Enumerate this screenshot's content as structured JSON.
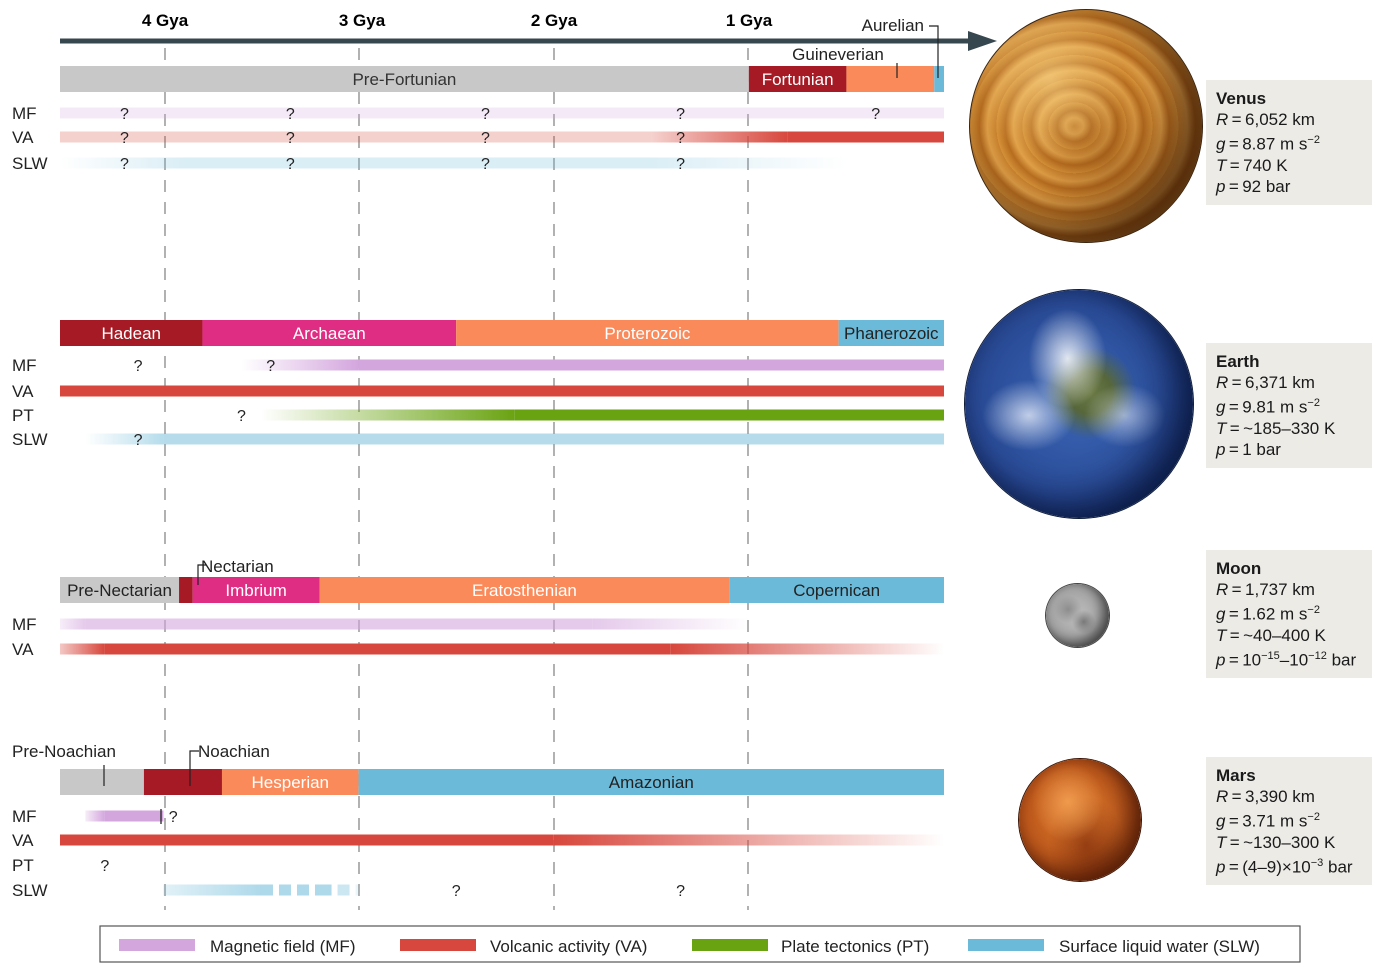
{
  "colors": {
    "MF": "#d4a6de",
    "VA": "#d7473d",
    "PT": "#6aa312",
    "SLW": "#6cbad9",
    "grey": "#c8c8c8",
    "darkRed": "#a51a24",
    "orange": "#fa8a5a",
    "magenta": "#e02d84",
    "blue": "#6cbad9",
    "arrow": "#37474f"
  },
  "axis": {
    "ticks": [
      {
        "label": "4 Gya",
        "value": 4
      },
      {
        "label": "3 Gya",
        "value": 3
      },
      {
        "label": "2 Gya",
        "value": 2
      },
      {
        "label": "1 Gya",
        "value": 1
      }
    ],
    "range_gya": [
      4.53,
      0
    ]
  },
  "panels": [
    {
      "id": "venus",
      "eras": [
        {
          "label": "Pre-Fortunian",
          "from": 4.53,
          "to": 1.0,
          "color": "grey",
          "text": "#333"
        },
        {
          "label": "Fortunian",
          "from": 1.0,
          "to": 0.5,
          "color": "darkRed",
          "text": "#fff"
        },
        {
          "label": "",
          "from": 0.5,
          "to": 0.05,
          "color": "orange",
          "text": "#fff"
        },
        {
          "label": "",
          "from": 0.05,
          "to": 0.0,
          "color": "blue",
          "text": "#fff"
        }
      ],
      "callouts": [
        {
          "label": "Guineverian"
        },
        {
          "label": "Aurelian"
        }
      ],
      "rows": [
        {
          "label": "MF",
          "type": "MF",
          "segments": [
            {
              "from": 4.53,
              "to": 0,
              "alpha0": 0.25,
              "alpha1": 0.25
            }
          ],
          "q": [
            4.2,
            3.35,
            2.35,
            1.35,
            0.35
          ]
        },
        {
          "label": "VA",
          "type": "VA",
          "segments": [
            {
              "from": 4.53,
              "to": 1.5,
              "alpha0": 0.25,
              "alpha1": 0.25
            },
            {
              "from": 1.5,
              "to": 0.8,
              "alpha0": 0.25,
              "alpha1": 1
            },
            {
              "from": 0.8,
              "to": 0,
              "alpha0": 1,
              "alpha1": 1
            }
          ],
          "q": [
            4.2,
            3.35,
            2.35,
            1.35
          ]
        },
        {
          "label": "SLW",
          "type": "SLW",
          "segments": [
            {
              "from": 4.53,
              "to": 3.9,
              "alpha0": 0,
              "alpha1": 0.25
            },
            {
              "from": 3.9,
              "to": 1.5,
              "alpha0": 0.25,
              "alpha1": 0.25
            },
            {
              "from": 1.5,
              "to": 0.5,
              "alpha0": 0.25,
              "alpha1": 0
            }
          ],
          "q": [
            4.2,
            3.35,
            2.35,
            1.35
          ]
        }
      ]
    },
    {
      "id": "earth",
      "eras": [
        {
          "label": "Hadean",
          "from": 4.53,
          "to": 3.8,
          "color": "darkRed",
          "text": "#fff"
        },
        {
          "label": "Archaean",
          "from": 3.8,
          "to": 2.5,
          "color": "magenta",
          "text": "#fff"
        },
        {
          "label": "Proterozoic",
          "from": 2.5,
          "to": 0.54,
          "color": "orange",
          "text": "#fff"
        },
        {
          "label": "Phanerozoic",
          "from": 0.54,
          "to": 0.0,
          "color": "blue",
          "text": "#222"
        }
      ],
      "rows": [
        {
          "label": "MF",
          "type": "MF",
          "segments": [
            {
              "from": 3.6,
              "to": 3.0,
              "alpha0": 0,
              "alpha1": 1
            },
            {
              "from": 3.0,
              "to": 0,
              "alpha0": 1,
              "alpha1": 1
            }
          ],
          "q": [
            4.13,
            3.45
          ]
        },
        {
          "label": "VA",
          "type": "VA",
          "segments": [
            {
              "from": 4.53,
              "to": 0,
              "alpha0": 1,
              "alpha1": 1
            }
          ],
          "q": []
        },
        {
          "label": "PT",
          "type": "PT",
          "segments": [
            {
              "from": 3.5,
              "to": 2.2,
              "alpha0": 0,
              "alpha1": 1
            },
            {
              "from": 2.2,
              "to": 0,
              "alpha0": 1,
              "alpha1": 1
            }
          ],
          "q": [
            3.6
          ]
        },
        {
          "label": "SLW",
          "type": "SLW",
          "segments": [
            {
              "from": 4.4,
              "to": 4.0,
              "alpha0": 0,
              "alpha1": 0.5
            },
            {
              "from": 4.0,
              "to": 0,
              "alpha0": 0.5,
              "alpha1": 0.5
            }
          ],
          "q": [
            4.13
          ]
        }
      ]
    },
    {
      "id": "moon",
      "eras": [
        {
          "label": "Pre-Nectarian",
          "from": 4.53,
          "to": 3.92,
          "color": "grey",
          "text": "#222"
        },
        {
          "label": "",
          "from": 3.92,
          "to": 3.85,
          "color": "darkRed",
          "text": "#fff"
        },
        {
          "label": "Imbrium",
          "from": 3.85,
          "to": 3.2,
          "color": "magenta",
          "text": "#fff"
        },
        {
          "label": "Eratosthenian",
          "from": 3.2,
          "to": 1.1,
          "color": "orange",
          "text": "#fff"
        },
        {
          "label": "Copernican",
          "from": 1.1,
          "to": 0.0,
          "color": "blue",
          "text": "#222"
        }
      ],
      "callouts": [
        {
          "label": "Nectarian"
        }
      ],
      "rows": [
        {
          "label": "MF",
          "type": "MF",
          "segments": [
            {
              "from": 4.53,
              "to": 4.4,
              "alpha0": 0.2,
              "alpha1": 0.6
            },
            {
              "from": 4.4,
              "to": 1.8,
              "alpha0": 0.6,
              "alpha1": 0.6
            },
            {
              "from": 1.8,
              "to": 1.0,
              "alpha0": 0.6,
              "alpha1": 0
            }
          ],
          "q": []
        },
        {
          "label": "VA",
          "type": "VA",
          "segments": [
            {
              "from": 4.53,
              "to": 4.3,
              "alpha0": 0.3,
              "alpha1": 1
            },
            {
              "from": 4.3,
              "to": 1.4,
              "alpha0": 1,
              "alpha1": 1
            },
            {
              "from": 1.4,
              "to": 0,
              "alpha0": 1,
              "alpha1": 0
            }
          ],
          "q": []
        }
      ]
    },
    {
      "id": "mars",
      "eras": [
        {
          "label": "",
          "from": 4.53,
          "to": 4.1,
          "color": "grey",
          "text": "#222"
        },
        {
          "label": "",
          "from": 4.1,
          "to": 3.7,
          "color": "darkRed",
          "text": "#fff"
        },
        {
          "label": "Hesperian",
          "from": 3.7,
          "to": 3.0,
          "color": "orange",
          "text": "#fff"
        },
        {
          "label": "Amazonian",
          "from": 3.0,
          "to": 0.0,
          "color": "blue",
          "text": "#222"
        }
      ],
      "callouts": [
        {
          "label": "Pre-Noachian"
        },
        {
          "label": "Noachian"
        }
      ],
      "rows": [
        {
          "label": "MF",
          "type": "MF",
          "segments": [
            {
              "from": 4.4,
              "to": 4.3,
              "alpha0": 0.2,
              "alpha1": 1
            },
            {
              "from": 4.3,
              "to": 4.0,
              "alpha0": 1,
              "alpha1": 1
            }
          ],
          "q": [
            3.95
          ]
        },
        {
          "label": "VA",
          "type": "VA",
          "segments": [
            {
              "from": 4.53,
              "to": 2.0,
              "alpha0": 1,
              "alpha1": 1
            },
            {
              "from": 2.0,
              "to": 0,
              "alpha0": 1,
              "alpha1": 0
            }
          ],
          "q": []
        },
        {
          "label": "PT",
          "type": "PT",
          "segments": [],
          "q": [
            4.3
          ]
        },
        {
          "label": "SLW",
          "type": "SLW",
          "segments": [
            {
              "from": 4.0,
              "to": 3.5,
              "alpha0": 0.2,
              "alpha1": 0.55
            },
            {
              "from": 3.5,
              "to": 3.2,
              "alpha0": 0.55,
              "alpha1": 0.55,
              "dashed": true
            },
            {
              "from": 3.2,
              "to": 3.0,
              "alpha0": 0.55,
              "alpha1": 0.1,
              "dashed": true
            }
          ],
          "q": [
            2.5,
            1.35
          ]
        }
      ]
    }
  ],
  "planets": [
    {
      "name": "Venus",
      "R": "6,052 km",
      "g": "8.87 m s",
      "T": "740 K",
      "p": "92 bar"
    },
    {
      "name": "Earth",
      "R": "6,371 km",
      "g": "9.81 m s",
      "T": "~185–330 K",
      "p": "1 bar"
    },
    {
      "name": "Moon",
      "R": "1,737 km",
      "g": "1.62 m s",
      "T": "~40–400 K",
      "p_base1": "10",
      "p_exp1": "−15",
      "p_base2": "–10",
      "p_exp2": "−12",
      "p_unit": " bar"
    },
    {
      "name": "Mars",
      "R": "3,390 km",
      "g": "3.71 m s",
      "T": "~130–300 K",
      "p_base": "(4–9)×10",
      "p_exp": "−3",
      "p_unit": " bar"
    }
  ],
  "g_exp": "−2",
  "legend": [
    {
      "label": "Magnetic field (MF)",
      "type": "MF"
    },
    {
      "label": "Volcanic activity (VA)",
      "type": "VA"
    },
    {
      "label": "Plate tectonics (PT)",
      "type": "PT"
    },
    {
      "label": "Surface liquid water (SLW)",
      "type": "SLW"
    }
  ],
  "q_mark": "?"
}
